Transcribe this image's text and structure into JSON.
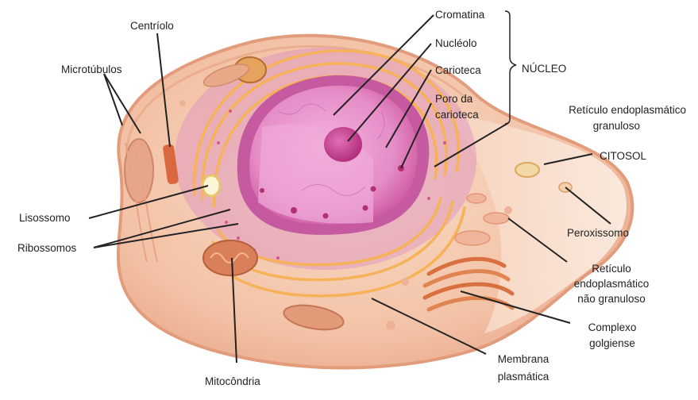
{
  "diagram": {
    "labels": {
      "centriolo": "Centríolo",
      "microtubulos": "Microtúbulos",
      "lisossomo": "Lisossomo",
      "ribossomos": "Ribossomos",
      "mitocondria": "Mitocôndria",
      "cromatina": "Cromatina",
      "nucleolo": "Nucléolo",
      "carioteca": "Carioteca",
      "poro_line1": "Poro da",
      "poro_line2": "carioteca",
      "nucleo": "NÚCLEO",
      "reg_line1": "Retículo endoplasmático",
      "reg_line2": "granuloso",
      "citosol": "CITOSOL",
      "peroxissomo": "Peroxissomo",
      "rel_line1": "Retículo",
      "rel_line2": "endoplasmático",
      "rel_line3": "não granuloso",
      "golgi_line1": "Complexo",
      "golgi_line2": "golgiense",
      "membrana_line1": "Membrana",
      "membrana_line2": "plasmática"
    },
    "colors": {
      "cytoplasm": "#f3c2a6",
      "membrane": "#e9a585",
      "nucleus": "#d76fb0",
      "nucleoplasm": "#ea9fd2",
      "reticulum": "#f6b258",
      "organelle": "#d9805a"
    }
  }
}
